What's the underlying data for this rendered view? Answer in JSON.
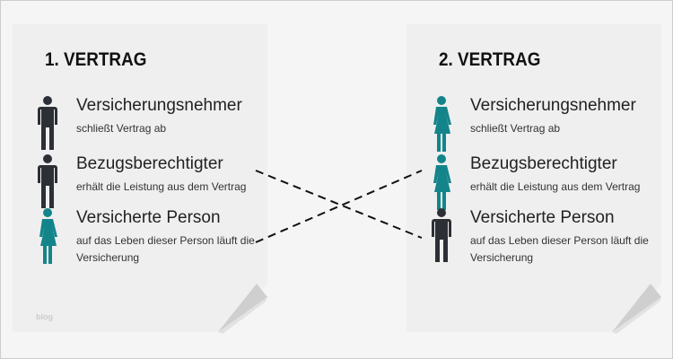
{
  "contracts": [
    {
      "title": "1. VERTRAG",
      "entries": [
        {
          "heading": "Versicherungsnehmer",
          "sub": "schließt Vertrag ab",
          "figure": "male"
        },
        {
          "heading": "Bezugsberechtigter",
          "sub": "erhält die Leistung aus dem Vertrag",
          "figure": "male"
        },
        {
          "heading": "Versicherte Person",
          "sub": "auf das Leben dieser Person läuft die Versicherung",
          "figure": "female"
        }
      ]
    },
    {
      "title": "2. VERTRAG",
      "entries": [
        {
          "heading": "Versicherungsnehmer",
          "sub": "schließt Vertrag ab",
          "figure": "female"
        },
        {
          "heading": "Bezugsberechtigter",
          "sub": "erhält die Leistung aus dem Vertrag",
          "figure": "female"
        },
        {
          "heading": "Versicherte Person",
          "sub": "auf das Leben dieser Person läuft die Versicherung",
          "figure": "male"
        }
      ]
    }
  ],
  "watermark": "blog",
  "colors": {
    "male": "#2d2f36",
    "female": "#13858a"
  }
}
